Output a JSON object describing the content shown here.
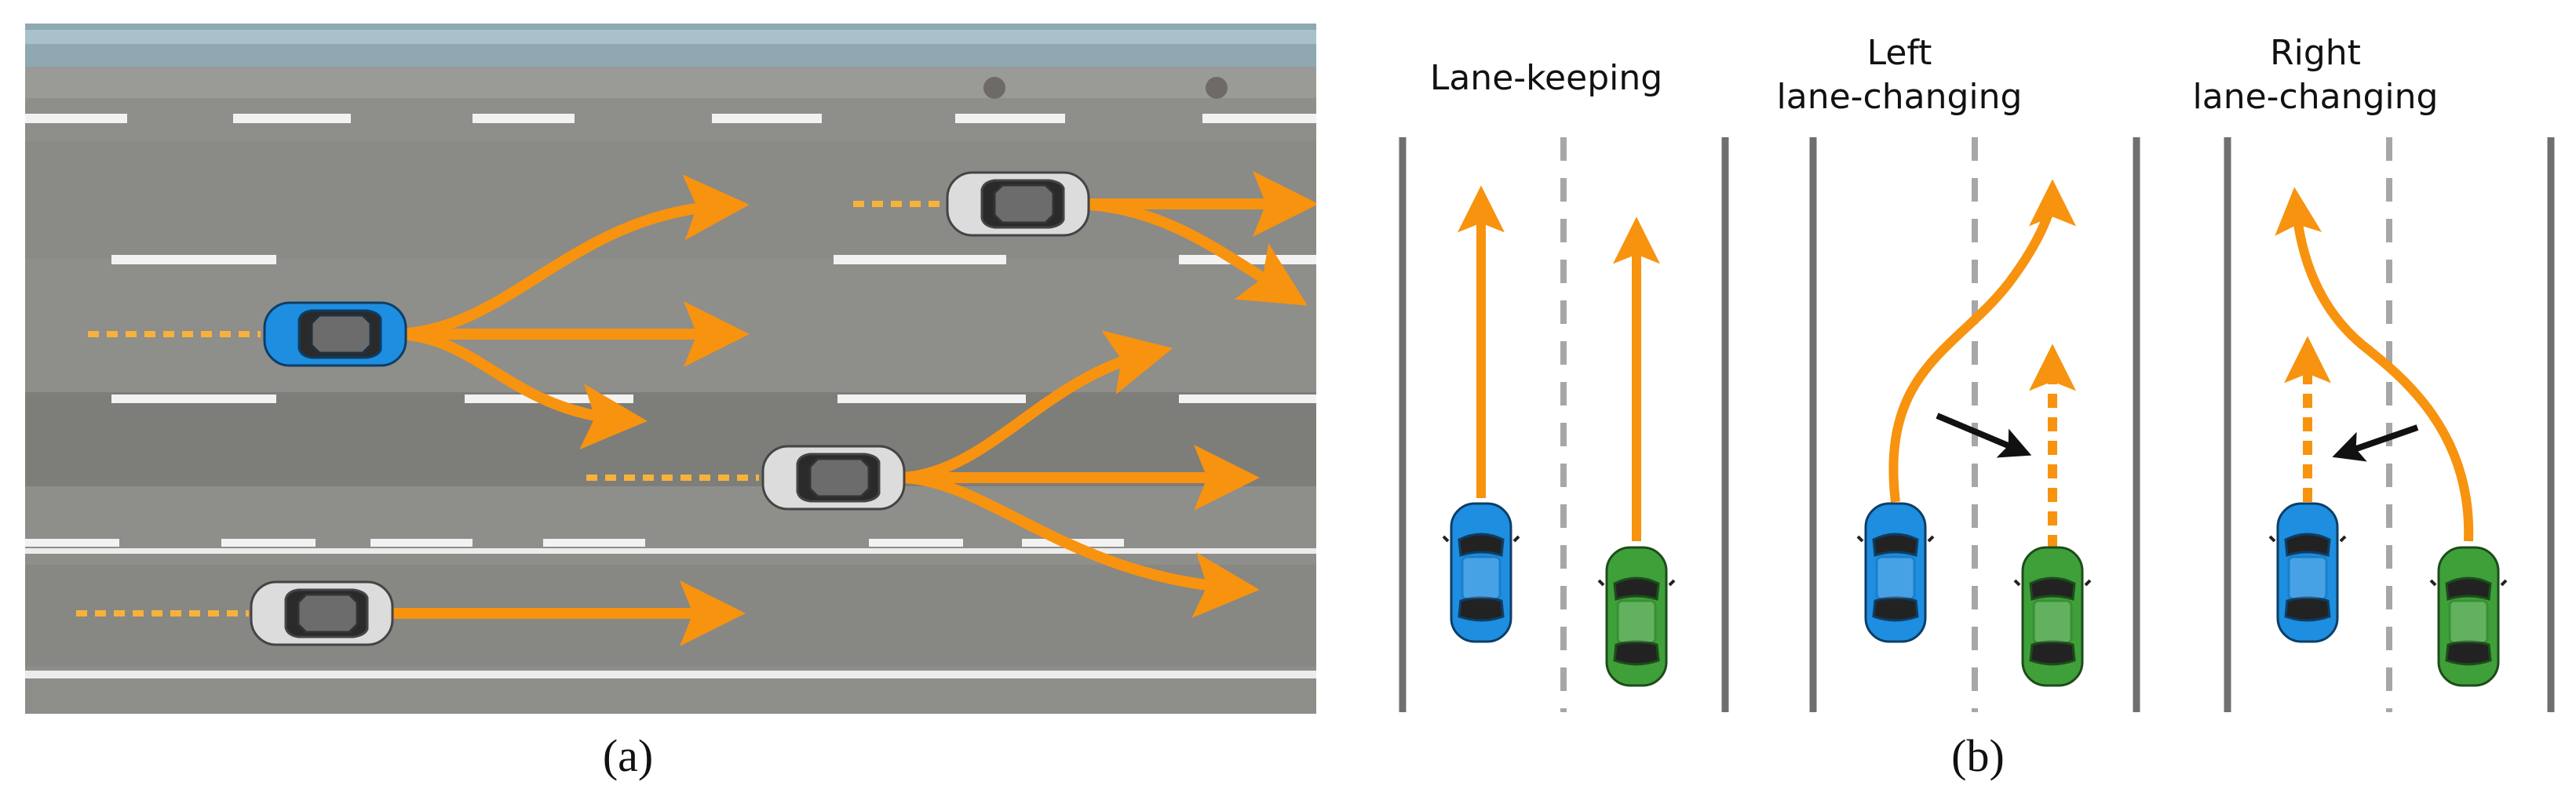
{
  "panel_a": {
    "caption": "(a)",
    "colors": {
      "road": "#8f8f8c",
      "road_dark": "#7b7b78",
      "barrier": "#7f9ca8",
      "lane_mark": "#f2f2f2",
      "trajectory": "#f7930f",
      "ego_car": "#1e8ee0",
      "other_car": "#d9d9d9"
    }
  },
  "panel_b": {
    "caption": "(b)",
    "scenarios": [
      {
        "title": "Lane-keeping"
      },
      {
        "title": "Left\nlane-changing"
      },
      {
        "title": "Right\nlane-changing"
      }
    ],
    "colors": {
      "lane_line": "#6f6f6f",
      "lane_dash": "#a7a7a7",
      "trajectory": "#f7930f",
      "blue_car": "#1e8ee0",
      "green_car": "#3fa03a",
      "arrow": "#111111"
    },
    "icons": [
      "blue-car-icon",
      "green-car-icon",
      "black-arrow-icon"
    ]
  }
}
